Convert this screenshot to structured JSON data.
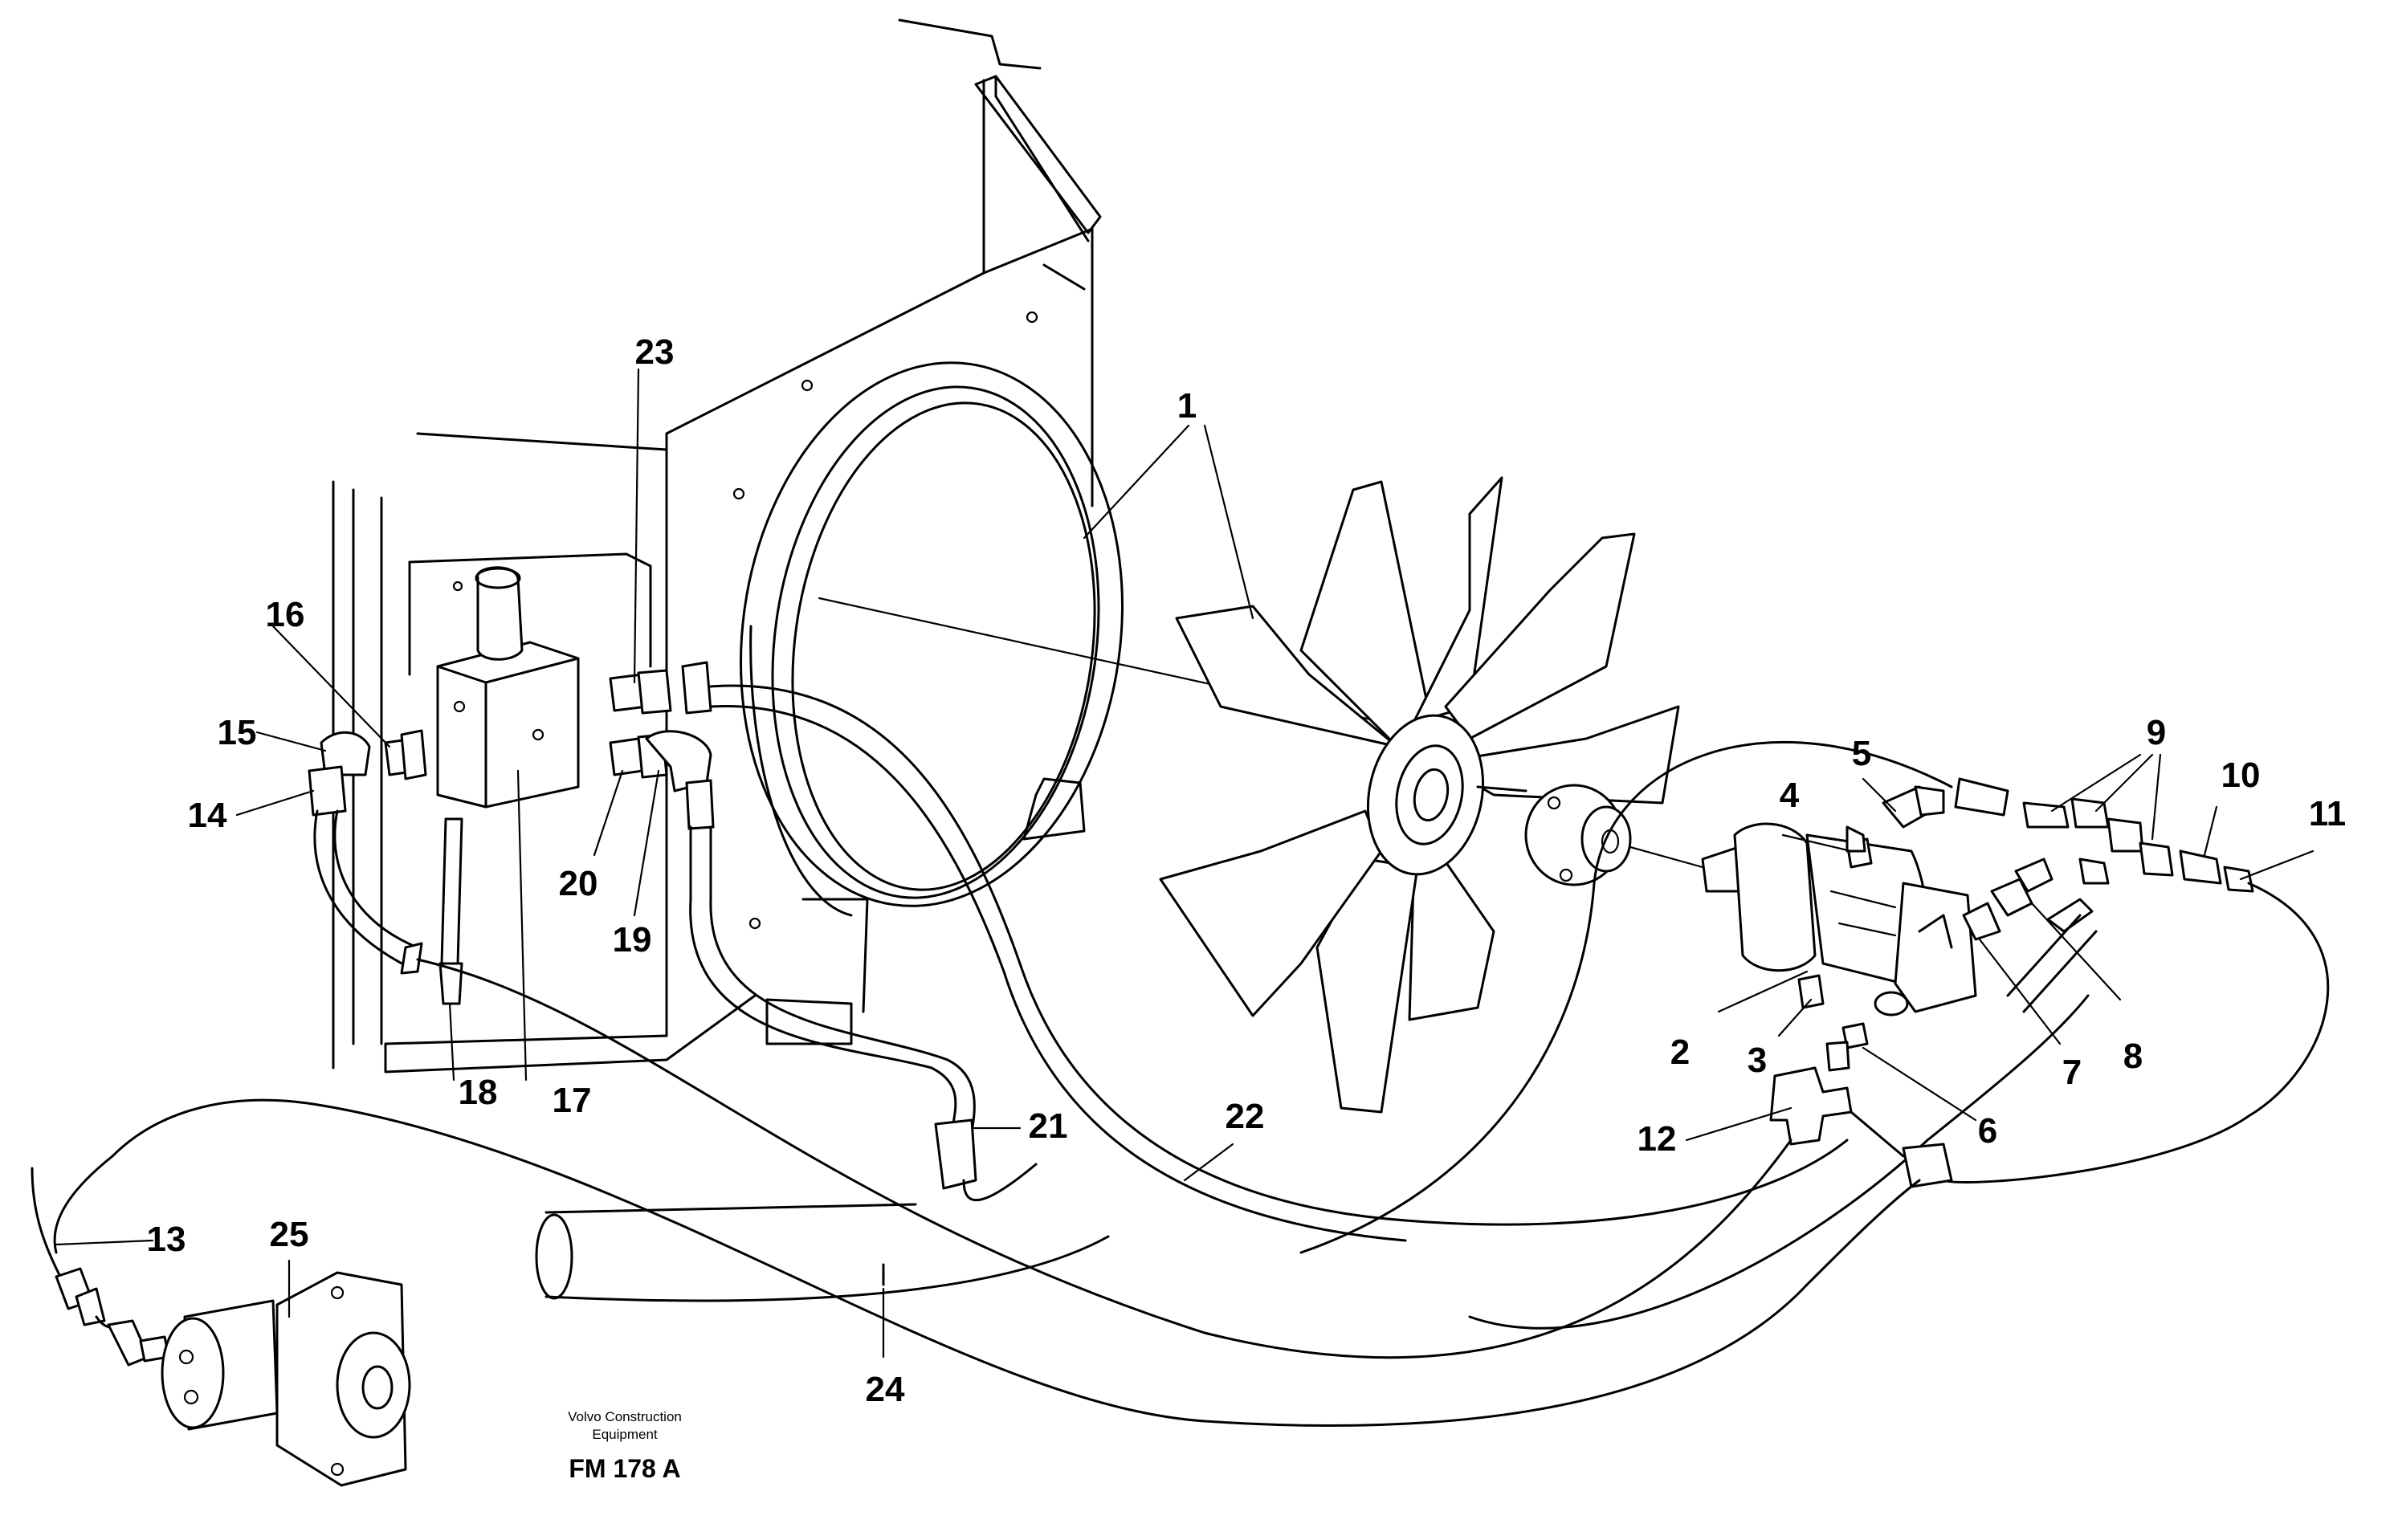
{
  "diagram": {
    "callouts": [
      "1",
      "2",
      "3",
      "4",
      "5",
      "6",
      "7",
      "8",
      "9",
      "10",
      "11",
      "12",
      "13",
      "14",
      "15",
      "16",
      "17",
      "18",
      "19",
      "20",
      "21",
      "22",
      "23",
      "24",
      "25"
    ],
    "caption": {
      "line1": "Volvo Construction",
      "line2": "Equipment",
      "code": "FM 178 A"
    }
  }
}
